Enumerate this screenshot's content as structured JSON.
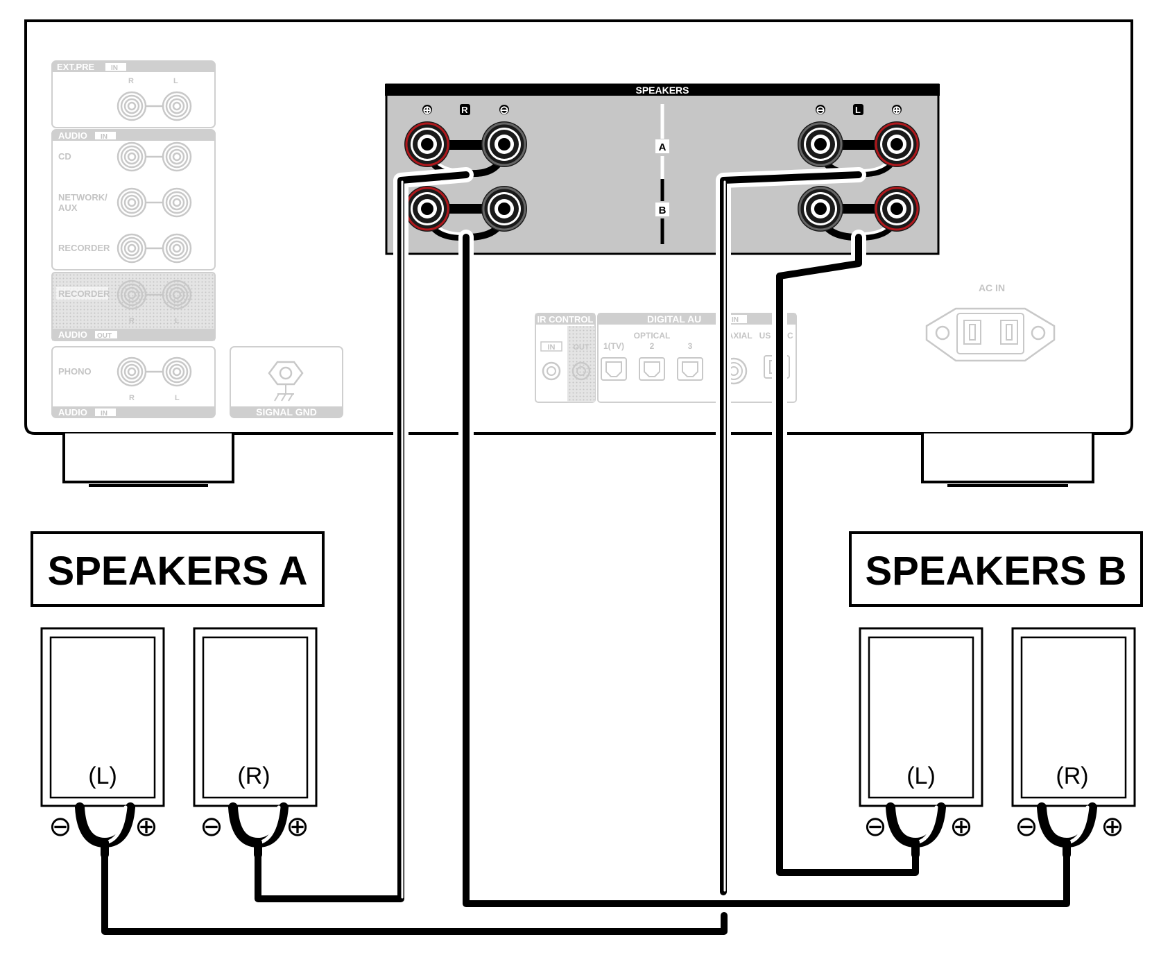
{
  "panel": {
    "ext_pre_label": "EXT.PRE",
    "in_badge": "IN",
    "out_badge": "OUT",
    "r_mark": "R",
    "l_mark": "L",
    "audio_label": "AUDIO",
    "inputs": [
      "CD",
      "NETWORK/",
      "AUX",
      "RECORDER"
    ],
    "recorder_out": "RECORDER",
    "phono": "PHONO",
    "signal_gnd": "SIGNAL GND",
    "ir_control": "IR CONTROL",
    "ir_in": "IN",
    "ir_out": "OUT",
    "digital_audio": "DIGITAL AU",
    "digital_in": "IN",
    "optical": "OPTICAL",
    "optical_ports": [
      "1(TV)",
      "2",
      "3"
    ],
    "coaxial": "OAXIAL",
    "usb": "US",
    "dac": "AC",
    "ac_in": "AC IN"
  },
  "speaker_terminals": {
    "title": "SPEAKERS",
    "right_marks": [
      "⊕",
      "R",
      "⊖"
    ],
    "left_marks": [
      "⊖",
      "L",
      "⊕"
    ],
    "selector_a": "A",
    "selector_b": "B"
  },
  "groups": {
    "speakers_a": "SPEAKERS A",
    "speakers_b": "SPEAKERS B"
  },
  "speakers": {
    "left": "(L)",
    "right": "(R)",
    "minus": "⊖",
    "plus": "⊕"
  },
  "colors": {
    "terminal_red": "#b0181c",
    "panel_gray": "#c6c6c6",
    "faint_gray": "#c4c4c4"
  }
}
